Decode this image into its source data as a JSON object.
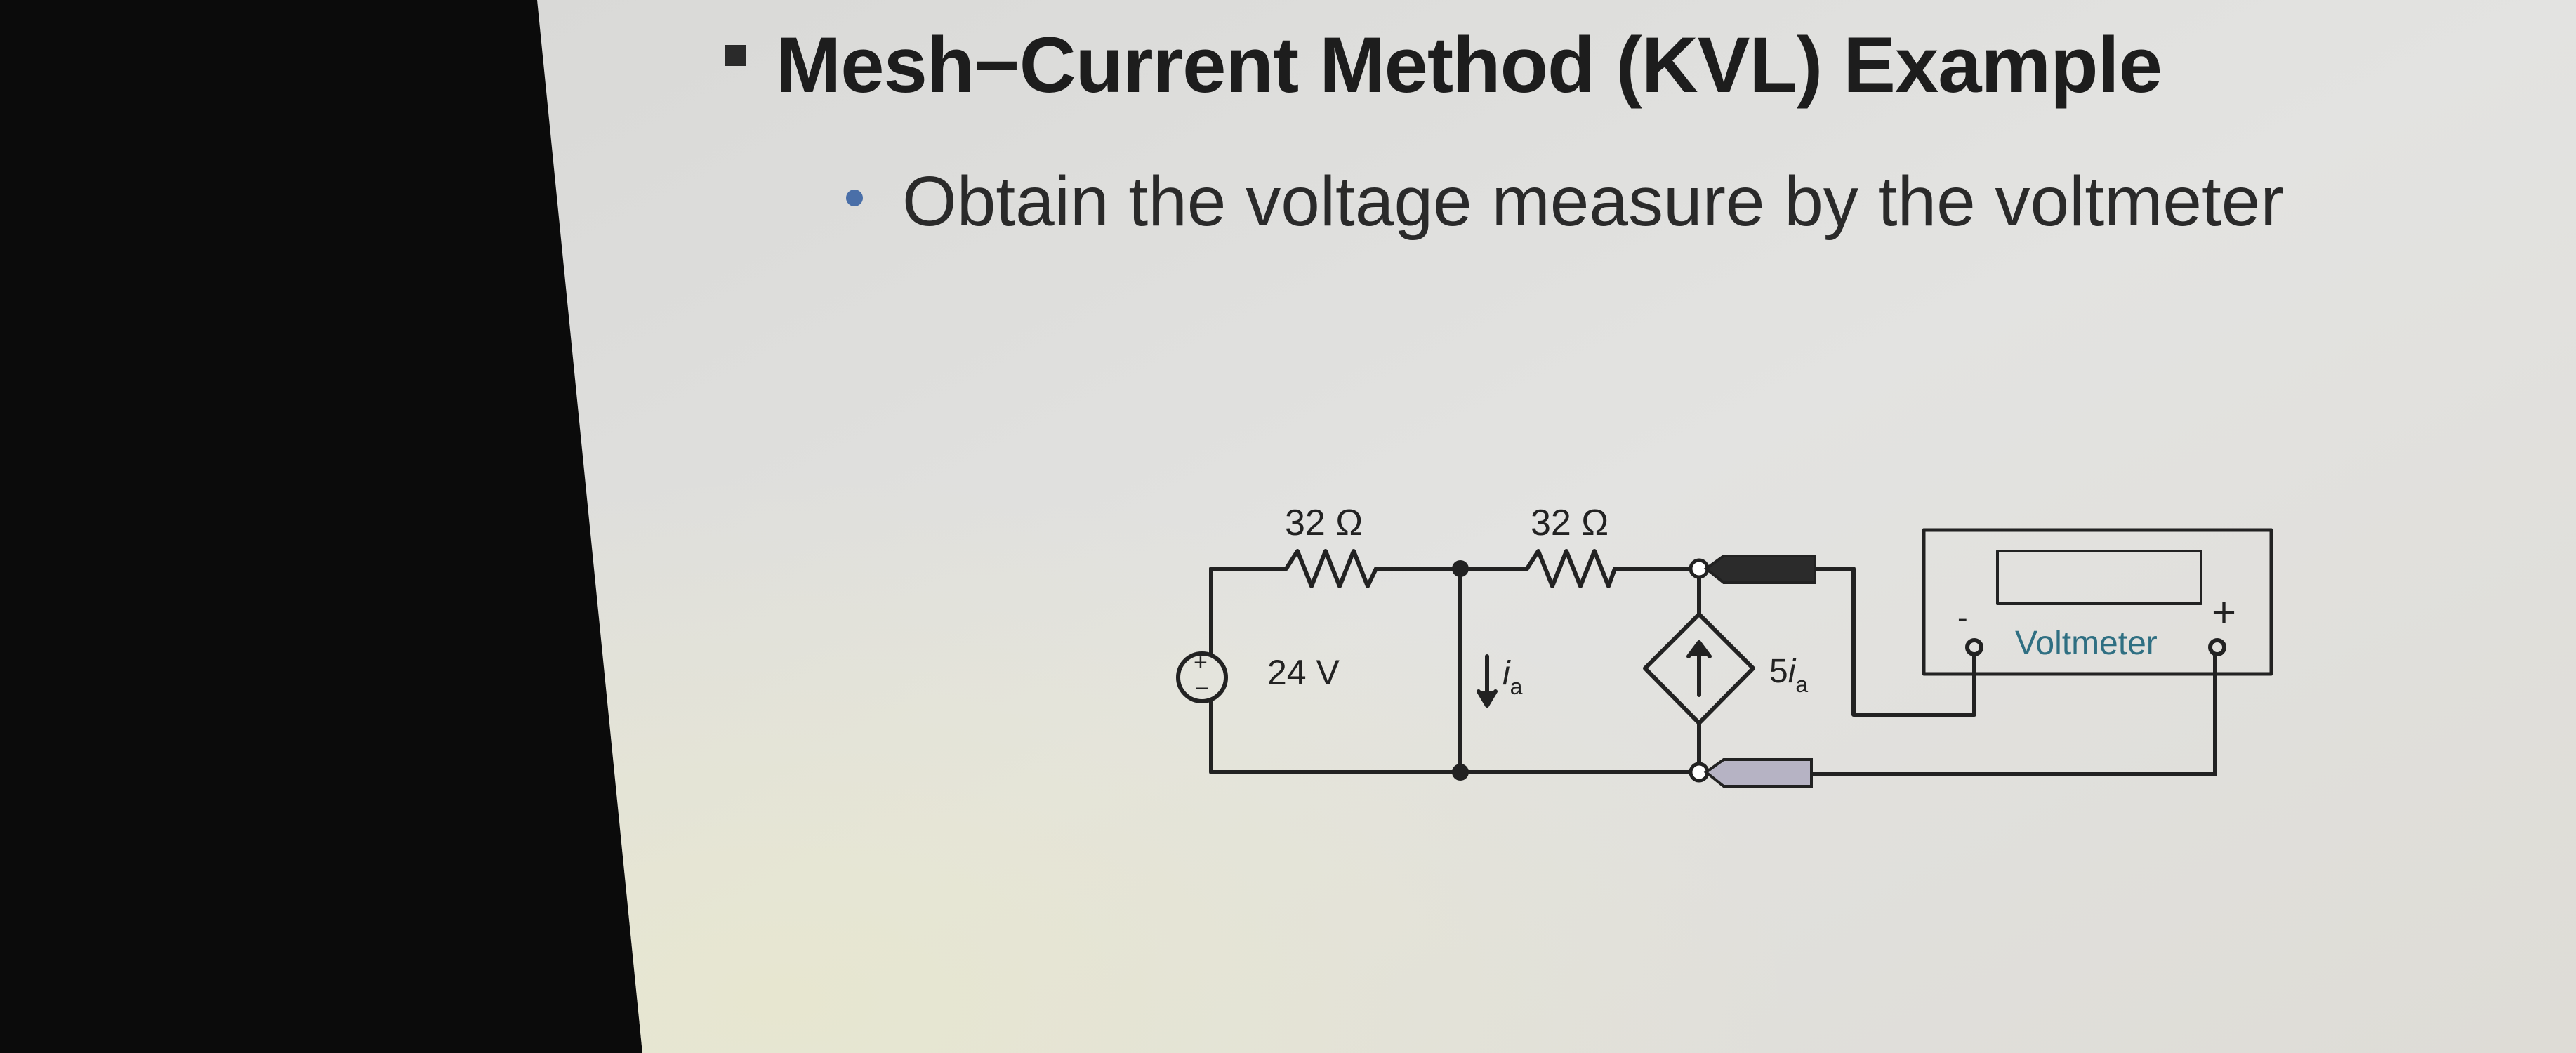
{
  "slide": {
    "title": "Mesh−Current Method (KVL) Example",
    "subtitle": "Obtain the voltage measure by the voltmeter"
  },
  "circuit": {
    "r1_label": "32 Ω",
    "r2_label": "32 Ω",
    "source_label": "24 V",
    "source_plus": "+",
    "source_minus": "−",
    "current_symbol": "i",
    "current_subscript": "a",
    "dep_coef": "5",
    "dep_symbol": "i",
    "dep_subscript": "a",
    "voltmeter_label": "Voltmeter",
    "voltmeter_minus": "-",
    "voltmeter_plus": "+"
  },
  "colors": {
    "slide_bg": "#dcdcda",
    "dark_margin": "#0b0b0b",
    "voltmeter_text": "#2f6f82",
    "bullet_blue": "#4a6fa8"
  }
}
